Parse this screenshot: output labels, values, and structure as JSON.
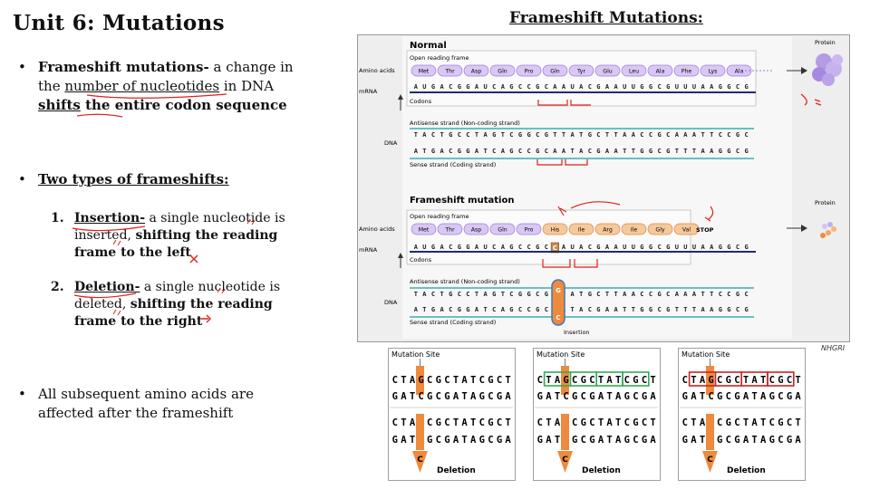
{
  "slide": {
    "title": "Unit 6: Mutations",
    "figure_title": "Frameshift Mutations:",
    "credit": "NHGRI"
  },
  "bullets": {
    "b1_bold": "Frameshift mutations-",
    "b1_t1": " a change in the ",
    "b1_ul": "number of nucleotides",
    "b1_t2": " in DNA ",
    "b1_bold2": "shifts",
    "b1_bold3": " the entire codon sequence",
    "b2": "Two types of frameshifts:",
    "s1_num": "1.",
    "s1_term": "Insertion-",
    "s1_t1": " a single nucleotide is inserted, ",
    "s1_bold": "shifting the reading frame to the left",
    "s2_num": "2.",
    "s2_term": "Deletion-",
    "s2_t1": " a single nucleotide is deleted, ",
    "s2_bold": "shifting the reading frame to the right",
    "b3": "All subsequent amino acids are affected after the frameshift"
  },
  "diagram": {
    "normal_title": "Normal",
    "frameshift_title": "Frameshift mutation",
    "orf": "Open reading frame",
    "amino_label": "Amino acids",
    "mrna_label": "mRNA",
    "codons_label": "Codons",
    "dna_label": "DNA",
    "antisense": "Antisense strand (Non-coding strand)",
    "sense": "Sense strand (Coding strand)",
    "protein": "Protein",
    "insertion": "Insertion",
    "stop": "STOP",
    "inserted_base": "C",
    "inserted_pair_top": "G",
    "normal_aa": [
      "Met",
      "Thr",
      "Asp",
      "Gln",
      "Pro",
      "Gln",
      "Tyr",
      "Glu",
      "Leu",
      "Ala",
      "Phe",
      "Lys",
      "Ala"
    ],
    "mut_aa": [
      "Met",
      "Thr",
      "Asp",
      "Gln",
      "Pro",
      "His",
      "Ile",
      "Arg",
      "Ile",
      "Gly",
      "Val"
    ],
    "normal_mrna": "AUGACGGAUCAGCCGCAAUACGAAUUGGCGUUUAAGGCG",
    "mut_mrna": "AUGACGGAUCAGCCGCAUACGAAUUGGCGUUUAAGGCG",
    "normal_antisense": "TACTGCCTAGTCGGCGTTATGCTTAACCGCAAATTCCGC",
    "normal_sense": "ATGACGGATCAGCCGCAATACGAATTGGCGTTTAAGGCG",
    "mut_antisense": "TACTGCCTAGTCGGCGTTATGCTTAACCGCAAATTCCGC",
    "mut_sense": "ATGACGGATCAGCCGCAATACGAATTGGCGTTTAAGGCG"
  },
  "panels": {
    "mutation_site": "Mutation Site",
    "deletion": "Deletion",
    "deleted_base": "C",
    "top1": "CTAGCGCTATCGCT",
    "top2": "GATCGCGATAGCGA",
    "bot1a": "CTA",
    "bot1b": "CGCTATCGCT",
    "bot2a": "GAT",
    "bot2b": "GCGATAGCGA"
  },
  "colors": {
    "aa_fill": "#d9c8f5",
    "aa_stroke": "#9b7fd6",
    "mut_aa_fill": "#f6c99a",
    "strand_teal": "#6bbfc4",
    "strand_navy": "#1f2f6b",
    "annotation_red": "#e0201a",
    "green_box": "#33aa55",
    "orange_site": "#ef8a3c"
  }
}
